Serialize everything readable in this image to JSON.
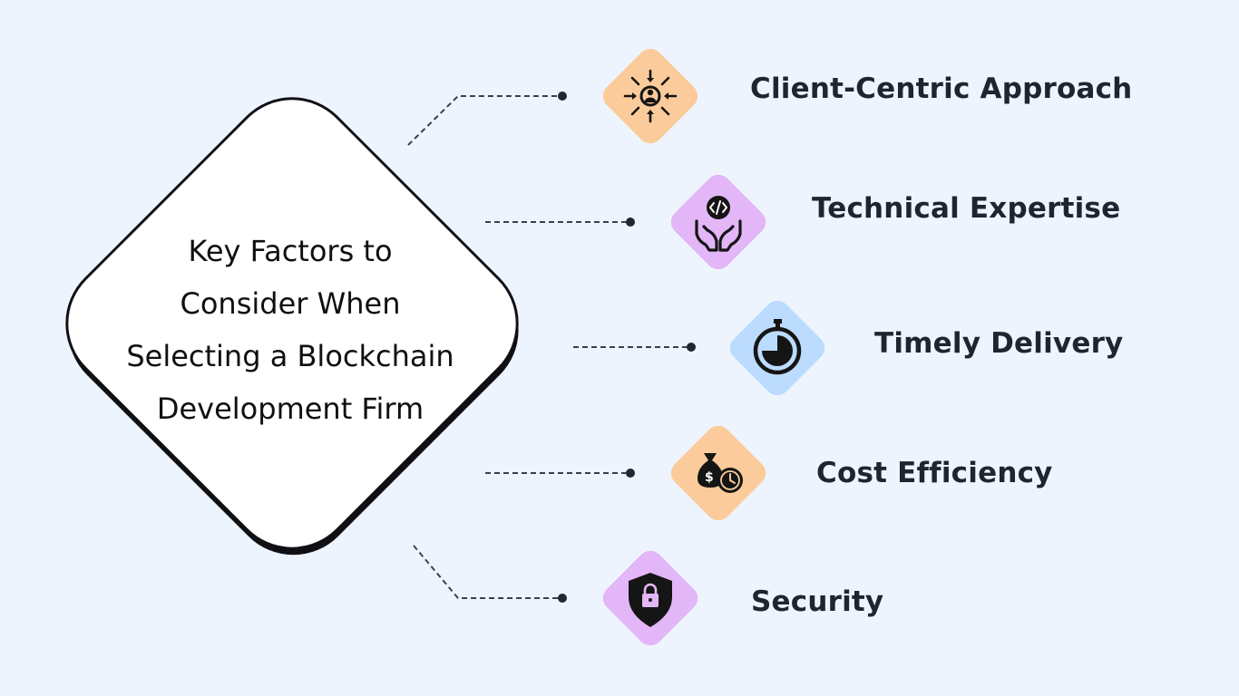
{
  "diagram": {
    "center_lines": [
      "Key Factors to",
      "Consider When",
      "Selecting a Blockchain",
      "Development Firm"
    ]
  },
  "factors": [
    {
      "label": "Client-Centric Approach",
      "icon": "target-user-icon",
      "color": "#fccb9b"
    },
    {
      "label": "Technical Expertise",
      "icon": "hands-code-icon",
      "color": "#e3b6f7"
    },
    {
      "label": "Timely Delivery",
      "icon": "stopwatch-icon",
      "color": "#bcdcff"
    },
    {
      "label": "Cost Efficiency",
      "icon": "money-bag-clock-icon",
      "color": "#fccb9b"
    },
    {
      "label": "Security",
      "icon": "shield-lock-icon",
      "color": "#e3b6f7"
    }
  ]
}
